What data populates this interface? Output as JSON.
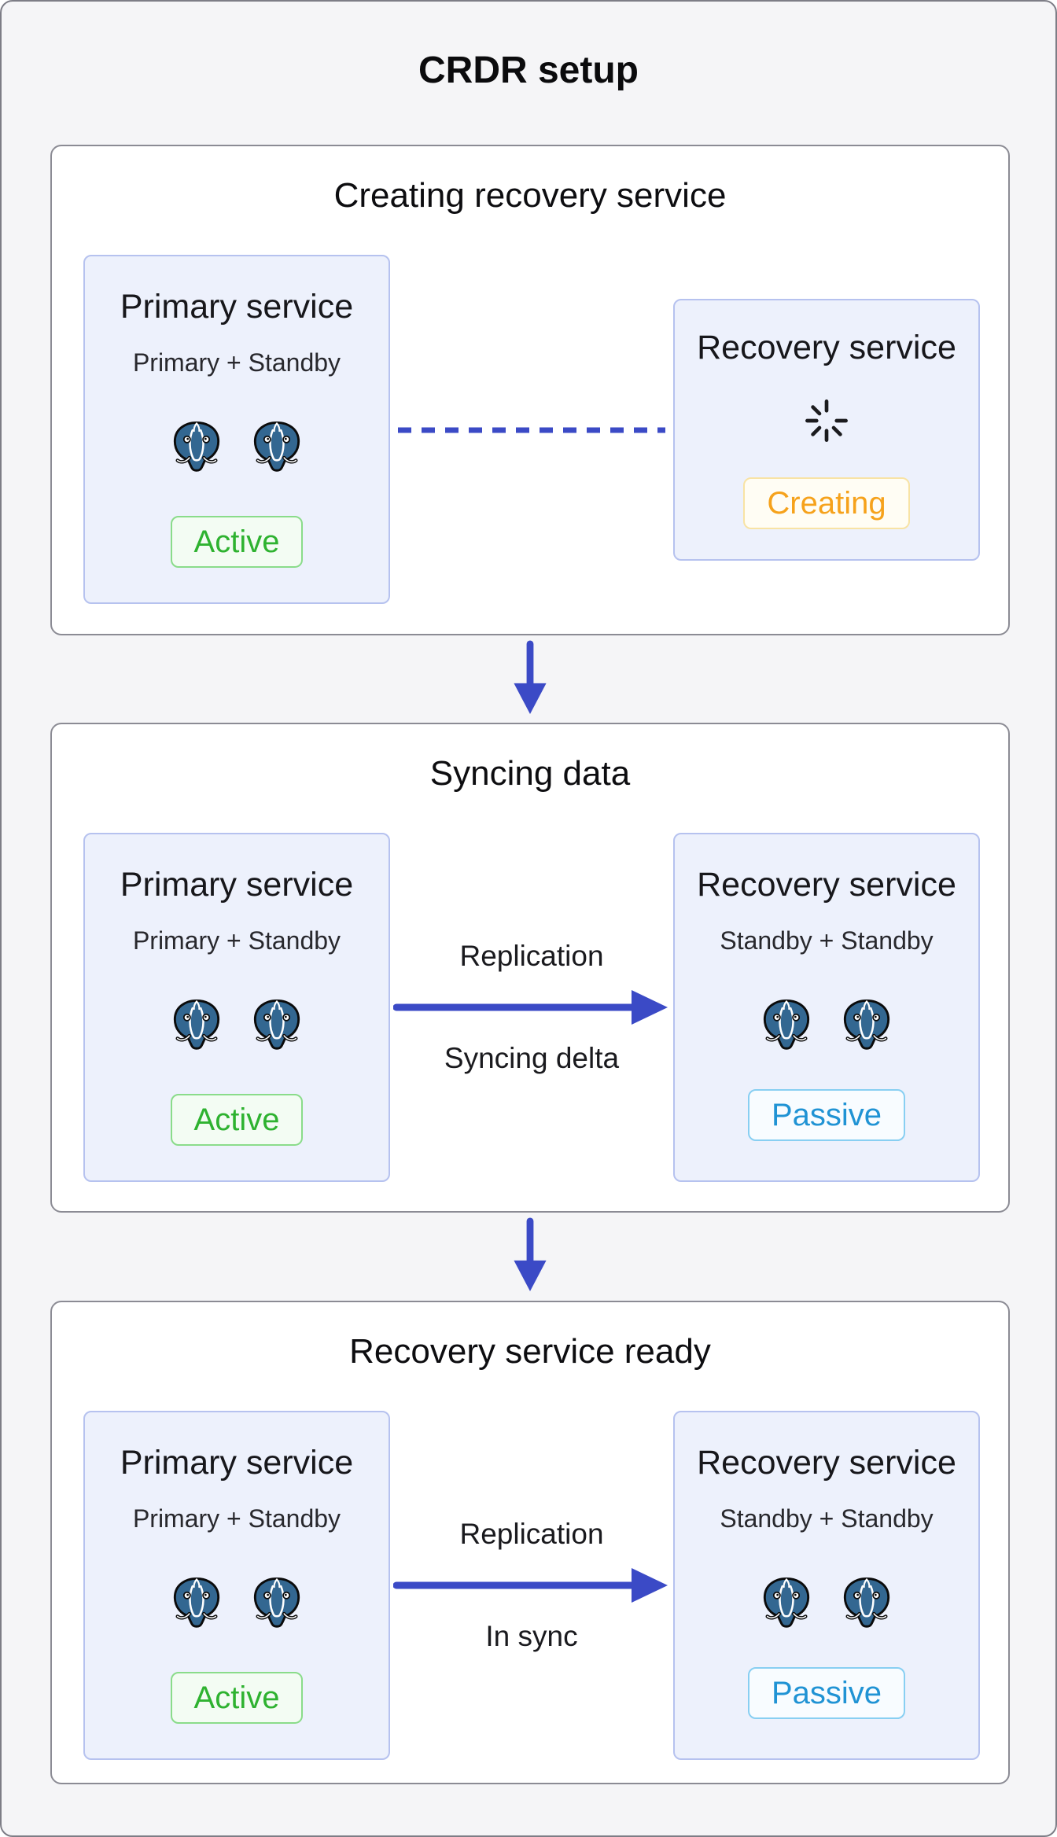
{
  "page_title": "CRDR setup",
  "colors": {
    "accent": "#3b4ac6",
    "elephant-blue": "#336791",
    "active-text": "#2eb230",
    "active-border": "#8adc8a",
    "active-bg": "#f3fcf3",
    "creating-text": "#f6a21b",
    "creating-border": "#f8e3a4",
    "creating-bg": "#fffdf4",
    "passive-text": "#2093d4",
    "passive-border": "#88cff2",
    "passive-bg": "#f8fcff"
  },
  "icons": {
    "instance": "postgresql-elephant-icon",
    "loading": "loading-spinner-icon",
    "stage_flow": "arrow-down-icon",
    "replication_arrow": "arrow-right-icon",
    "pending_link": "dashed-connector-line"
  },
  "stages": [
    {
      "title": "Creating recovery service",
      "primary": {
        "name": "Primary service",
        "topology": "Primary + Standby",
        "instance_count": 2,
        "status": {
          "label": "Active",
          "state": "active"
        }
      },
      "recovery": {
        "name": "Recovery service",
        "loading": true,
        "status": {
          "label": "Creating",
          "state": "creating"
        }
      },
      "connector": {
        "style": "dashed"
      }
    },
    {
      "title": "Syncing data",
      "primary": {
        "name": "Primary service",
        "topology": "Primary + Standby",
        "instance_count": 2,
        "status": {
          "label": "Active",
          "state": "active"
        }
      },
      "recovery": {
        "name": "Recovery service",
        "topology": "Standby + Standby",
        "instance_count": 2,
        "status": {
          "label": "Passive",
          "state": "passive"
        }
      },
      "connector": {
        "style": "arrow",
        "label_top": "Replication",
        "label_bottom": "Syncing delta"
      }
    },
    {
      "title": "Recovery service ready",
      "primary": {
        "name": "Primary service",
        "topology": "Primary + Standby",
        "instance_count": 2,
        "status": {
          "label": "Active",
          "state": "active"
        }
      },
      "recovery": {
        "name": "Recovery service",
        "topology": "Standby + Standby",
        "instance_count": 2,
        "status": {
          "label": "Passive",
          "state": "passive"
        }
      },
      "connector": {
        "style": "arrow",
        "label_top": "Replication",
        "label_bottom": "In sync"
      }
    }
  ]
}
